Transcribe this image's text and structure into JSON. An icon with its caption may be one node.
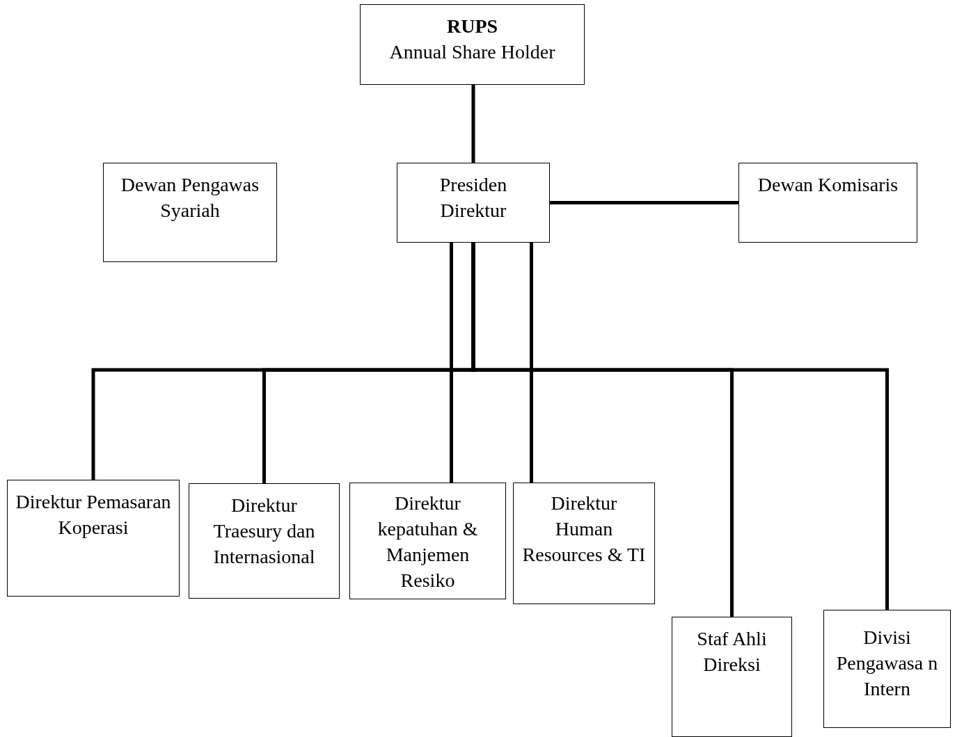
{
  "diagram": {
    "nodes": [
      {
        "text": [
          "RUPS",
          "Annual Share Holder"
        ]
      },
      {
        "text": [
          "Dewan Pengawas Syariah"
        ]
      },
      {
        "text": [
          "Presiden Direktur"
        ]
      },
      {
        "text": [
          "Dewan Komisaris"
        ]
      },
      {
        "text": [
          "Direktur Pemasaran Koperasi"
        ]
      },
      {
        "text": [
          "Direktur Traesury dan Internasional"
        ]
      },
      {
        "text": [
          "Direktur kepatuhan & Manjemen Resiko"
        ]
      },
      {
        "text": [
          "Direktur Human Resources & TI"
        ]
      },
      {
        "text": [
          "Staf Ahli Direksi"
        ]
      },
      {
        "text": [
          "Divisi Pengawasa n Intern"
        ]
      }
    ],
    "edges": [
      {
        "from": 0,
        "to": 2,
        "arrow": "none"
      },
      {
        "from": 2,
        "to": 3,
        "arrow": "none"
      },
      {
        "from": 2,
        "to": 4,
        "arrow": "none"
      },
      {
        "from": 2,
        "to": 5,
        "arrow": "none"
      },
      {
        "from": 2,
        "to": 6,
        "arrow": "none"
      },
      {
        "from": 2,
        "to": 7,
        "arrow": "none"
      },
      {
        "from": 2,
        "to": 8,
        "arrow": "none"
      },
      {
        "from": 2,
        "to": 9,
        "arrow": "none"
      }
    ]
  }
}
